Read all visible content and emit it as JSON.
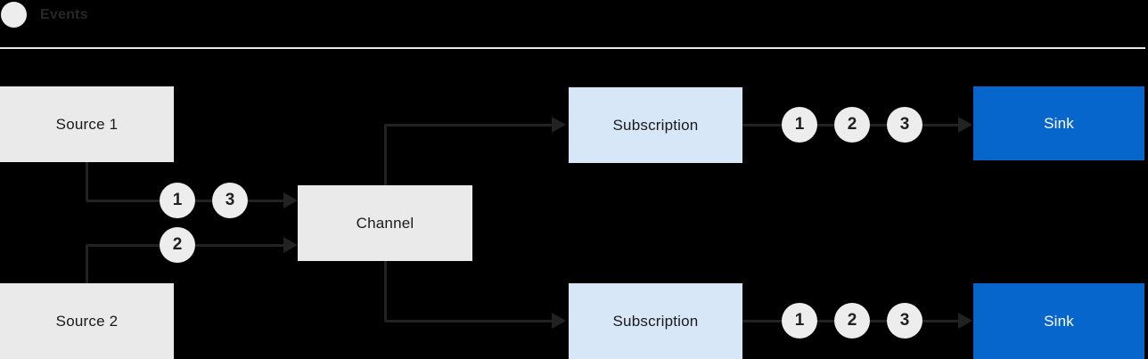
{
  "legend": {
    "label": "Events"
  },
  "nodes": {
    "source1": {
      "label": "Source 1"
    },
    "source2": {
      "label": "Source 2"
    },
    "channel": {
      "label": "Channel"
    },
    "subscription_top": {
      "label": "Subscription"
    },
    "subscription_bottom": {
      "label": "Subscription"
    },
    "sink_top": {
      "label": "Sink"
    },
    "sink_bottom": {
      "label": "Sink"
    }
  },
  "events": {
    "source1_to_channel": [
      "1",
      "3"
    ],
    "source2_to_channel": [
      "2"
    ],
    "subscription_top_to_sink": [
      "1",
      "2",
      "3"
    ],
    "subscription_bottom_to_sink": [
      "1",
      "2",
      "3"
    ]
  },
  "colors": {
    "background": "#000000",
    "node_gray": "#EAEAEA",
    "subscription_blue": "#D7E7F8",
    "sink_blue": "#0666CC",
    "event_circle_gray": "#EDEDED",
    "line": "#222222",
    "divider": "#E7E7E7",
    "node_text": "#1A1A1A",
    "sink_text": "#FFFFFF"
  }
}
